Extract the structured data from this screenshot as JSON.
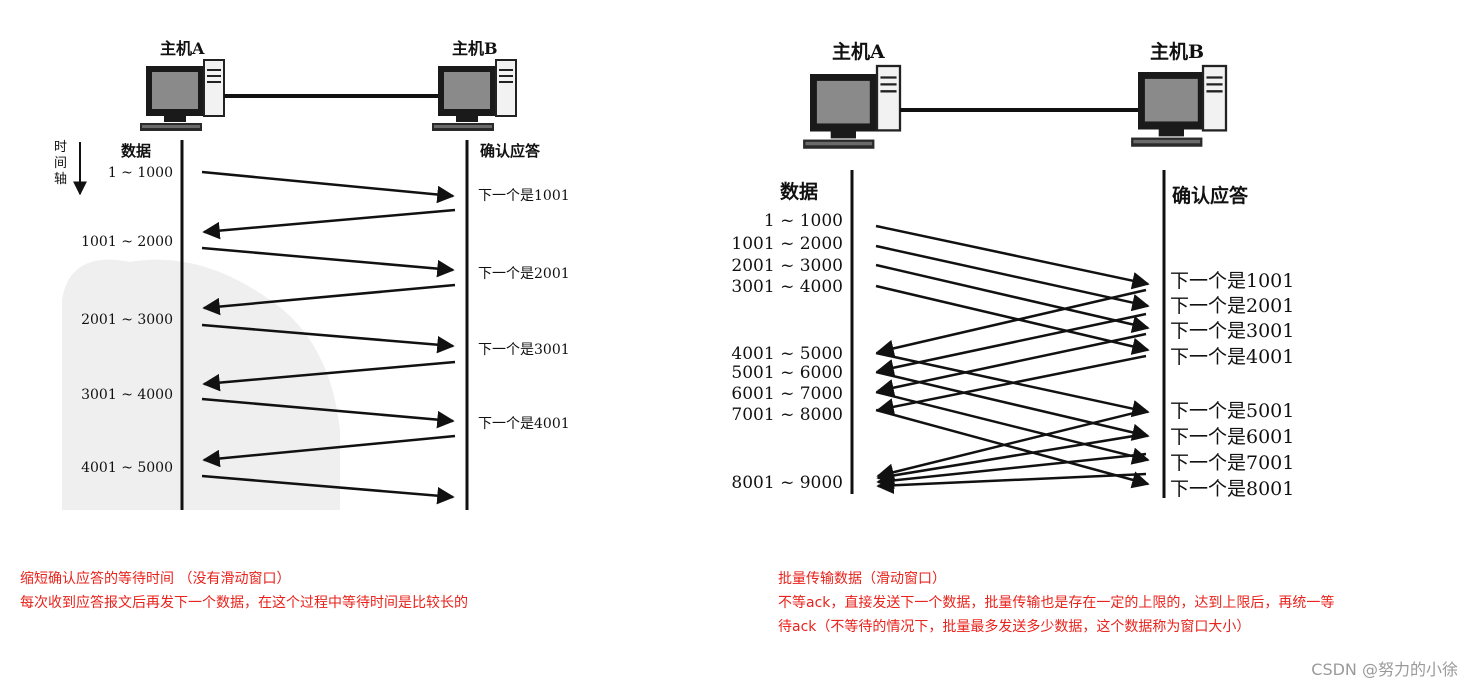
{
  "left_diagram": {
    "host_a": "主机A",
    "host_b": "主机B",
    "time_axis": [
      "时",
      "间",
      "轴"
    ],
    "data_header": "数据",
    "ack_header": "确认应答",
    "data_labels": [
      "1 ~ 1000",
      "1001 ~ 2000",
      "2001 ~ 3000",
      "3001 ~ 4000",
      "4001 ~ 5000"
    ],
    "ack_labels": [
      "下一个是1001",
      "下一个是2001",
      "下一个是3001",
      "下一个是4001"
    ]
  },
  "right_diagram": {
    "host_a": "主机A",
    "host_b": "主机B",
    "data_header": "数据",
    "ack_header": "确认应答",
    "data_labels": [
      "1 ~ 1000",
      "1001 ~ 2000",
      "2001 ~ 3000",
      "3001 ~ 4000",
      "4001 ~ 5000",
      "5001 ~ 6000",
      "6001 ~ 7000",
      "7001 ~ 8000",
      "8001 ~ 9000"
    ],
    "ack_labels": [
      "下一个是1001",
      "下一个是2001",
      "下一个是3001",
      "下一个是4001",
      "下一个是5001",
      "下一个是6001",
      "下一个是7001",
      "下一个是8001"
    ]
  },
  "captions": {
    "left_title": "缩短确认应答的等待时间 （没有滑动窗口）",
    "left_line1": "每次收到应答报文后再发下一个数据，在这个过程中等待时间是比较长的",
    "right_title": "批量传输数据（滑动窗口）",
    "right_line1": "不等ack，直接发送下一个数据，批量传输也是存在一定的上限的，达到上限后，再统一等",
    "right_line2": "待ack（不等待的情况下，批量最多发送多少数据，这个数据称为窗口大小）"
  },
  "watermark": "CSDN @努力的小徐"
}
